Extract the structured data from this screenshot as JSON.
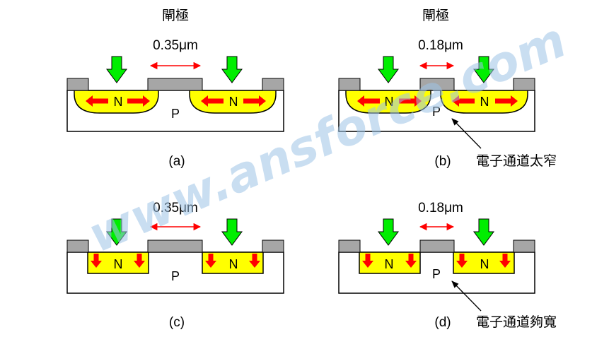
{
  "watermark": "www.ansforce.com",
  "colors": {
    "substrate_fill": "#ffffff",
    "n_region_fill": "#ffff00",
    "gate_fill": "#a6a6a6",
    "green_arrow": "#00ee00",
    "red_arrow": "#ff0000",
    "watermark": "#9cc3e6"
  },
  "panels": {
    "a": {
      "gate_label": "閘極",
      "spacing_label": "0.35μm",
      "n_label": "N",
      "n_label_2": "N",
      "p_label": "P",
      "caption": "(a)"
    },
    "b": {
      "gate_label": "閘極",
      "spacing_label": "0.18μm",
      "n_label": "N",
      "n_label_2": "N",
      "p_label": "P",
      "caption": "(b)",
      "annotation": "電子通道太窄"
    },
    "c": {
      "spacing_label": "0.35μm",
      "n_label": "N",
      "n_label_2": "N",
      "p_label": "P",
      "caption": "(c)"
    },
    "d": {
      "spacing_label": "0.18μm",
      "n_label": "N",
      "n_label_2": "N",
      "p_label": "P",
      "caption": "(d)",
      "annotation": "電子通道夠寬"
    }
  }
}
